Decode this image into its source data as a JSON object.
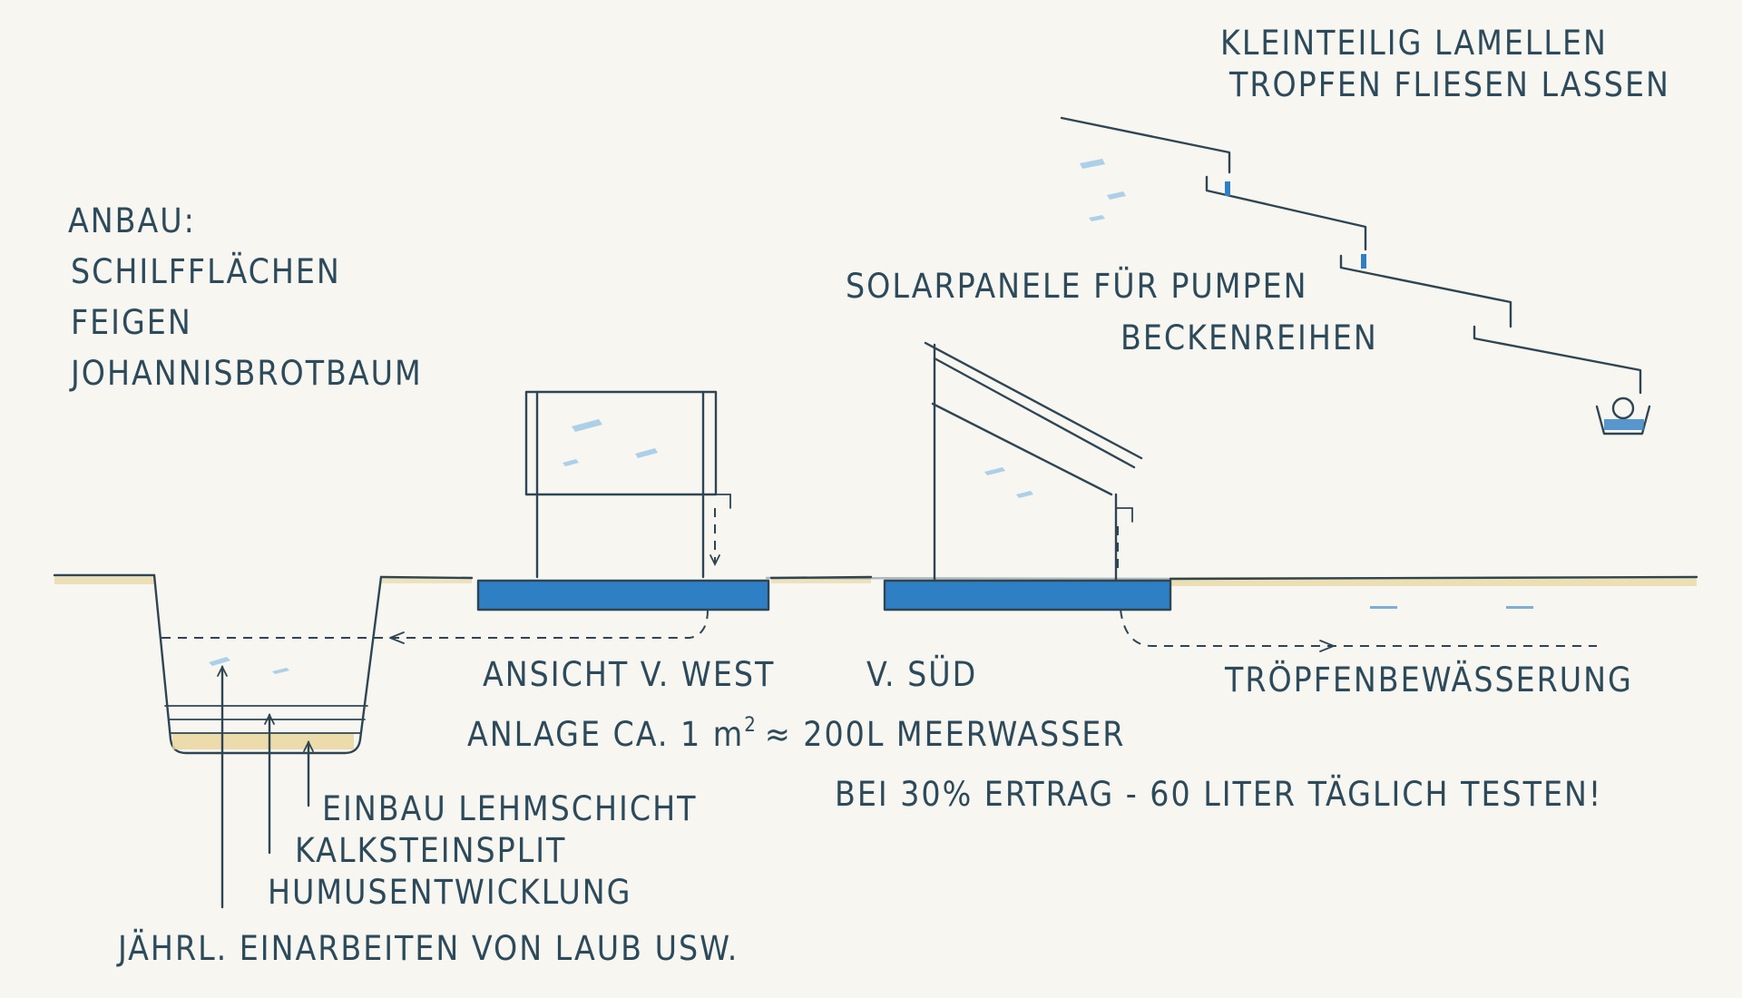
{
  "labels": {
    "anbau_title": "ANBAU:",
    "anbau_items": [
      "SCHILFFLÄCHEN",
      "FEIGEN",
      "JOHANNISBROTBAUM"
    ],
    "lamellen_line1": "KLEINTEILIG LAMELLEN",
    "lamellen_line2": "TROPFEN FLIESEN LASSEN",
    "solar_line1": "SOLARPANELE FÜR PUMPEN",
    "solar_line2": "BECKENREIHEN",
    "ansicht_west": "ANSICHT V. WEST",
    "v_sued": "V. SÜD",
    "troepfen": "TRÖPFENBEWÄSSERUNG",
    "anlage_prefix": "ANLAGE CA. 1 m",
    "anlage_exp": "2",
    "anlage_suffix": "≈ 200L MEERWASSER",
    "ertrag": "BEI 30% ERTRAG - 60 LITER TÄGLICH TESTEN!",
    "layer1": "EINBAU LEHMSCHICHT",
    "layer2": "KALKSTEINSPLIT",
    "layer3": "HUMUSENTWICKLUNG",
    "layer4": "JÄHRL. EINARBEITEN VON LAUB USW."
  },
  "colors": {
    "ink": "#2f4553",
    "water": "#2f7fc4",
    "ground": "#e8d59a",
    "paper": "#f7f6f1"
  }
}
